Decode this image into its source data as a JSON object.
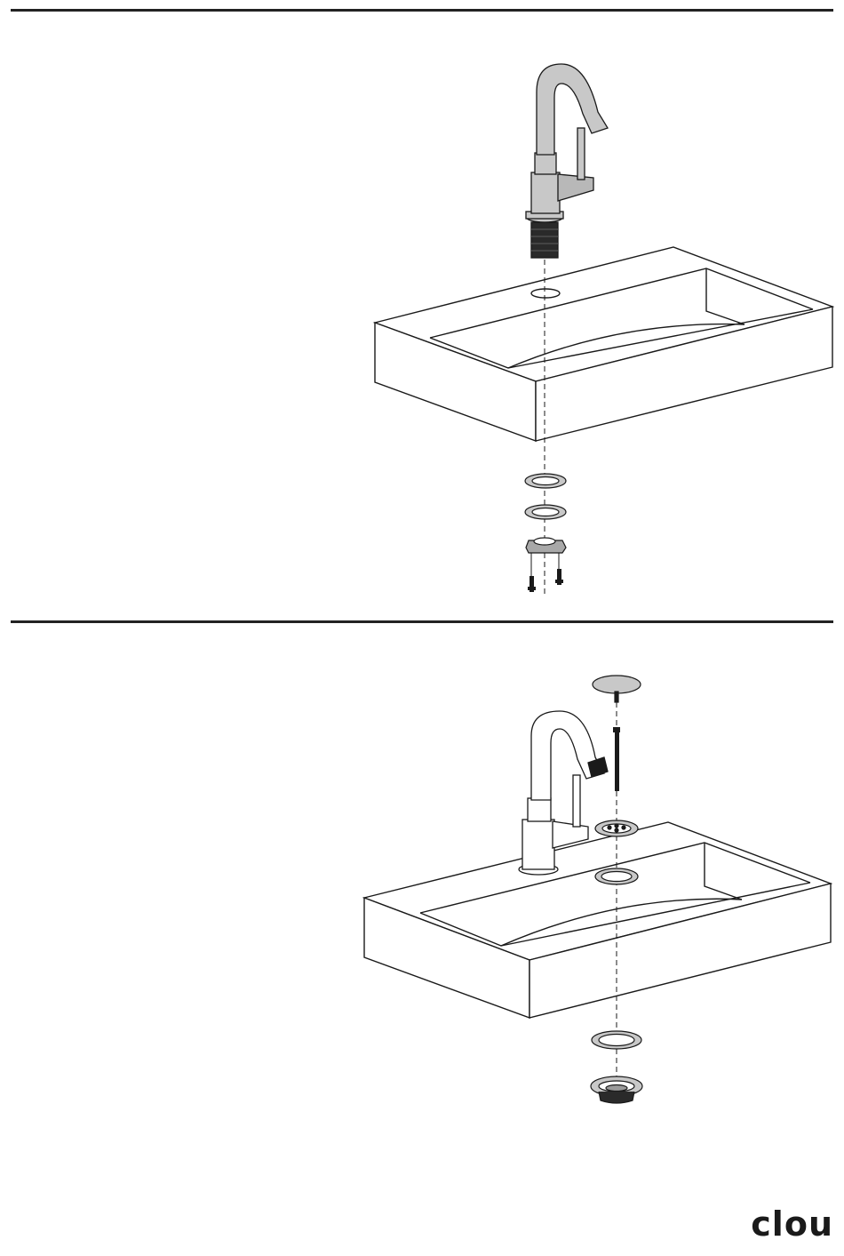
{
  "brand": {
    "logo_text": "clou"
  },
  "colors": {
    "line": "#1a1a1a",
    "metal": "#c8c8c8",
    "metal_dark": "#9a9a9a",
    "thread": "#2a2a2a",
    "paper": "#ffffff"
  },
  "steps": [
    {
      "id": "step-faucet-mounting",
      "parts": [
        "basin",
        "faucet",
        "threaded-shank",
        "washer",
        "washer",
        "clamp-bracket",
        "screw",
        "screw"
      ]
    },
    {
      "id": "step-drain-mounting",
      "parts": [
        "basin",
        "faucet",
        "drain-cap",
        "drain-rod",
        "strainer",
        "gasket",
        "gasket",
        "drain-body"
      ]
    }
  ]
}
